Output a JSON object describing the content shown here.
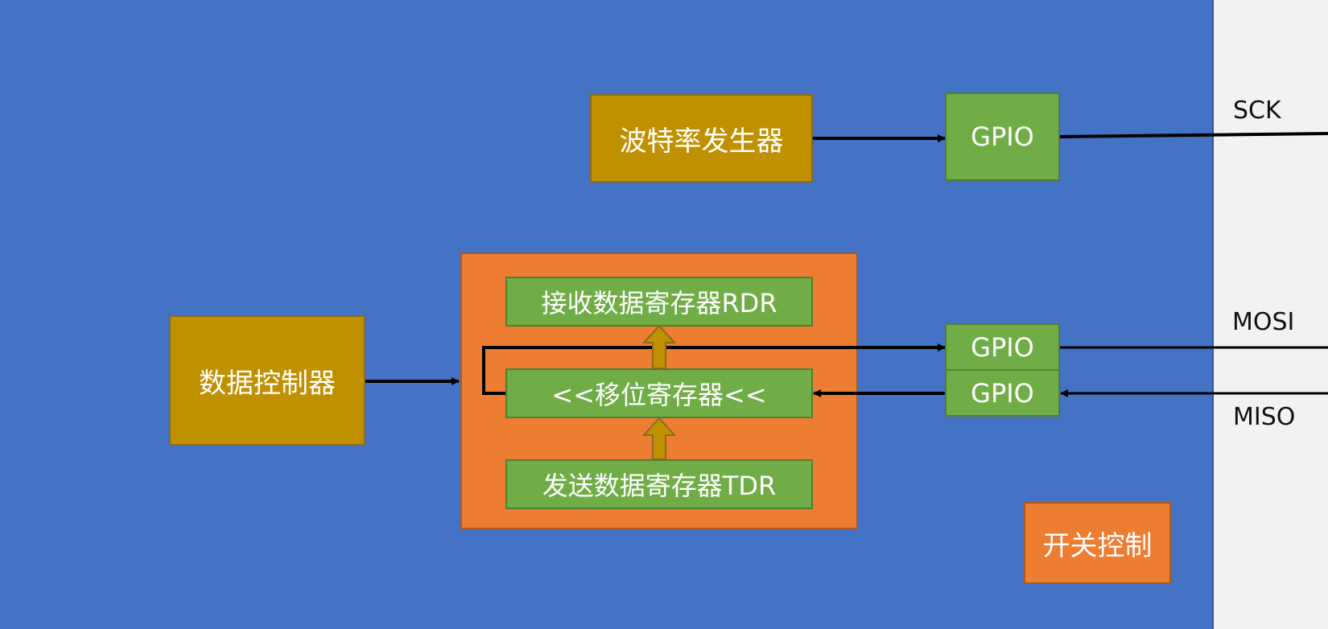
{
  "blocks": {
    "baud_generator": "波特率发生器",
    "data_controller": "数据控制器",
    "rdr": "接收数据寄存器RDR",
    "shift_register": "<<移位寄存器<<",
    "tdr": "发送数据寄存器TDR",
    "gpio_sck": "GPIO",
    "gpio_mosi": "GPIO",
    "gpio_miso": "GPIO",
    "switch_control": "开关控制"
  },
  "signals": {
    "sck": "SCK",
    "mosi": "MOSI",
    "miso": "MISO"
  },
  "colors": {
    "panel": "#4472c4",
    "outside": "#f2f2f2",
    "gold": "#bf9000",
    "green": "#70ad47",
    "orange": "#ed7d31",
    "line": "#000000"
  }
}
